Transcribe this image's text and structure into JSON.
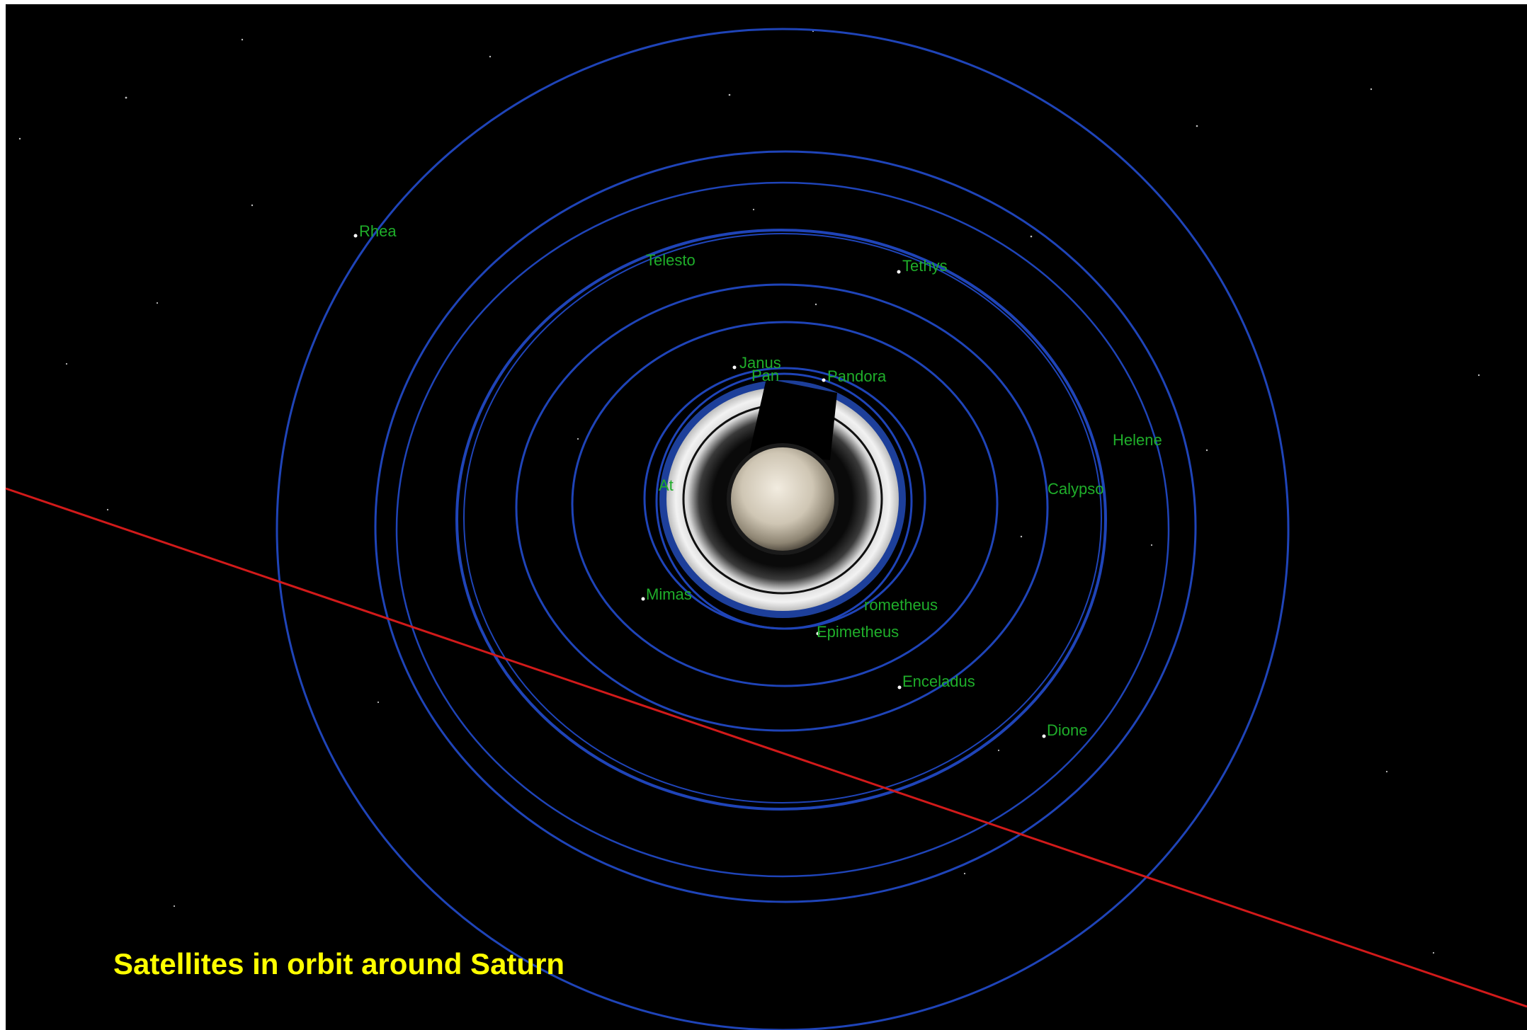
{
  "caption": "Satellites in orbit around Saturn",
  "moon_labels": {
    "rhea": "Rhea",
    "telesto": "Telesto",
    "tethys": "Tethys",
    "janus": "Janus",
    "pan": "Pan",
    "pandora": "Pandora",
    "helene": "Helene",
    "calypso": "Calypso",
    "atlas": "At",
    "mimas": "Mimas",
    "prometheus": "rometheus",
    "epimetheus": "Epimetheus",
    "enceladus": "Enceladus",
    "dione": "Dione"
  },
  "colors": {
    "space": "#000000",
    "orbit": "#1f44b8",
    "orbit_bright": "#2a5ad6",
    "moon_label": "#1fae2a",
    "ecliptic_line": "#d21a1a",
    "caption": "#ffff00",
    "frame": "#ffffff"
  },
  "icons": {
    "saturn": "saturn-planet-icon",
    "moon": "moon-dot-icon"
  }
}
